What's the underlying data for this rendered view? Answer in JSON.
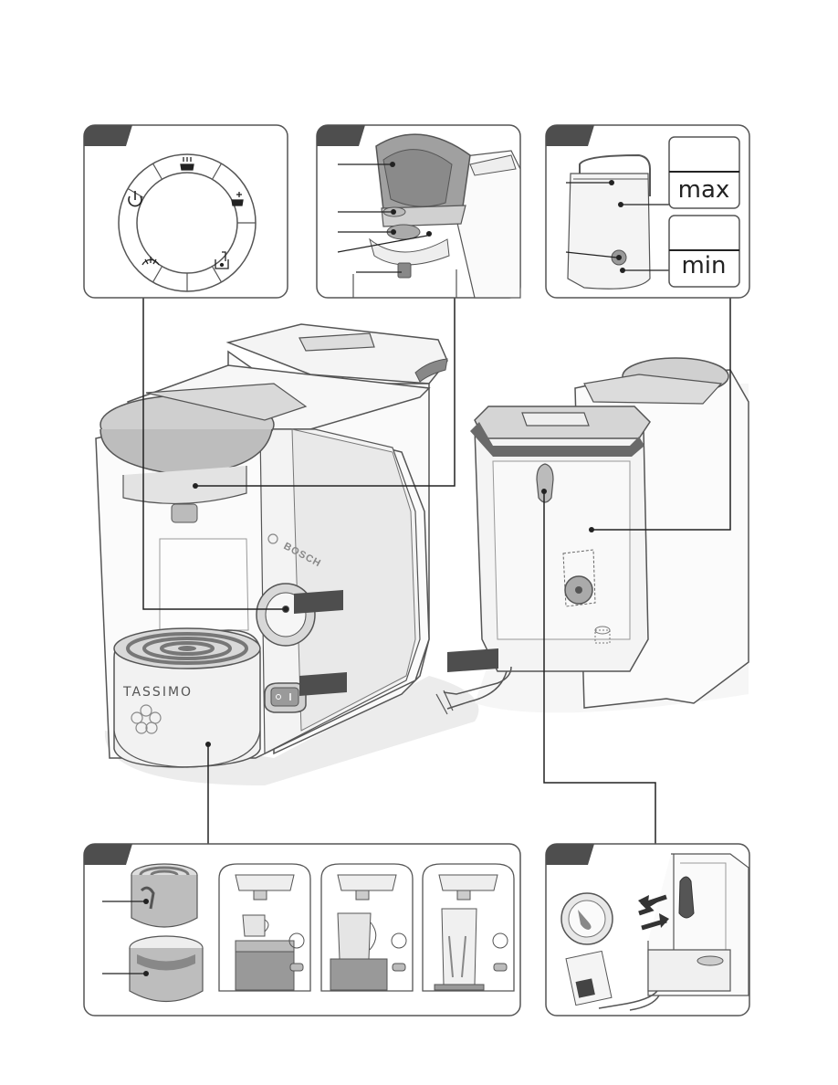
{
  "brand_label": "BOSCH",
  "product_label": "TASSIMO",
  "water_tank_scale": {
    "max_label": "max",
    "min_label": "min"
  },
  "colors": {
    "outline": "#555555",
    "part_gray": "#a8a8a8",
    "dark_gray": "#7a7a7a",
    "light_fill": "#f2f2f2",
    "tab": "#555555",
    "shadow": "#e6e6e6"
  }
}
